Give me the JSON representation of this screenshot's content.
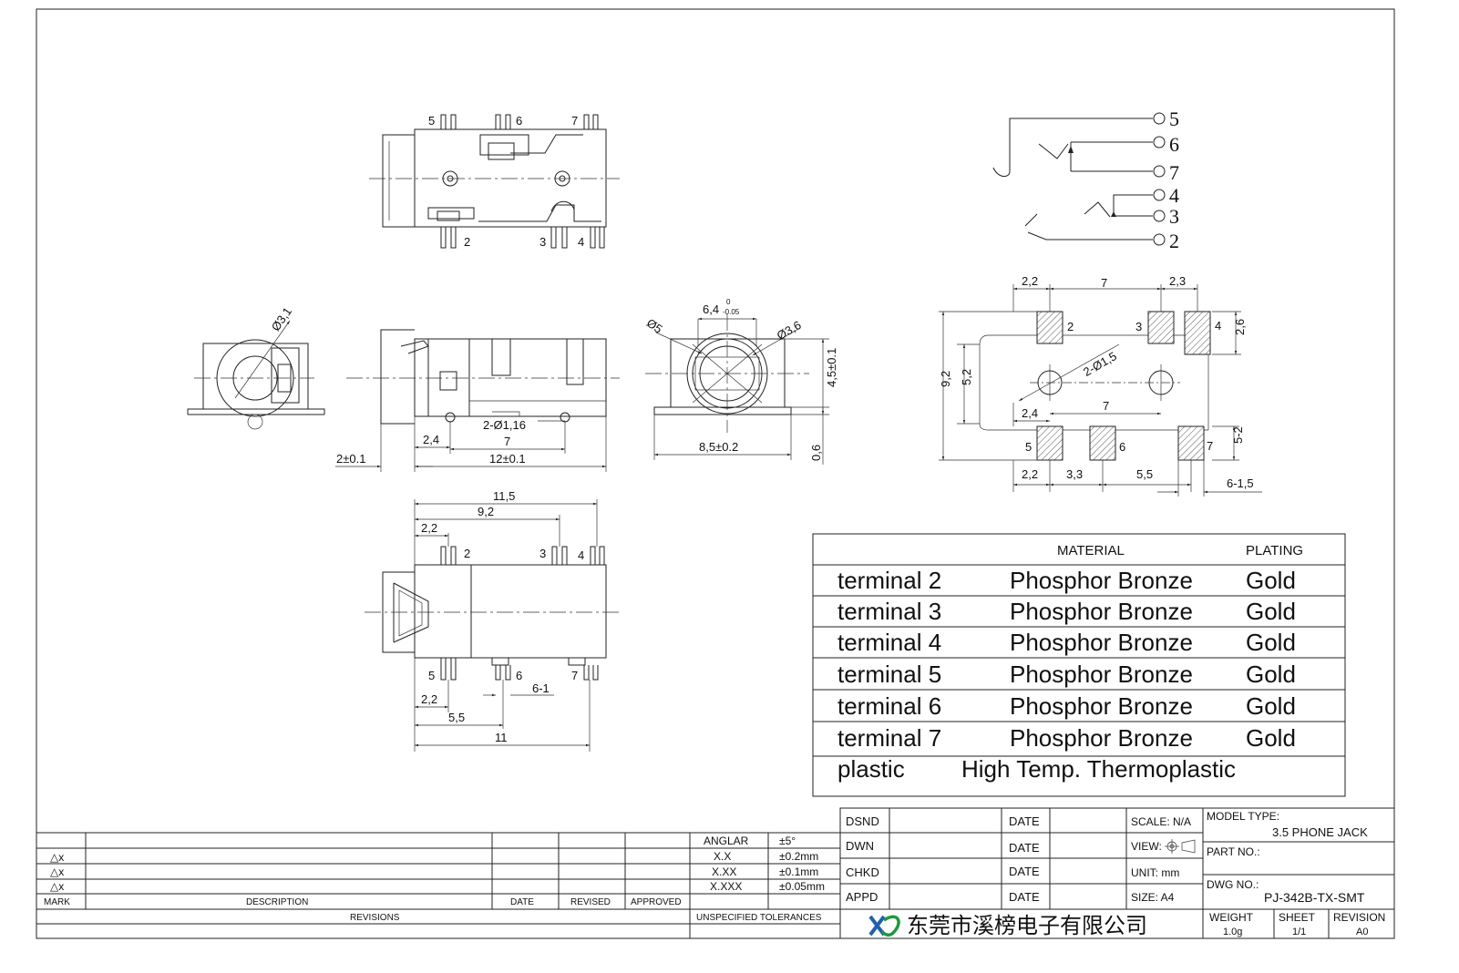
{
  "views": {
    "top": {
      "pins_top": [
        "5",
        "6",
        "7"
      ],
      "pins_bottom": [
        "2",
        "3",
        "4"
      ]
    },
    "side": {
      "dim_d31": "Ø3,1"
    },
    "front": {
      "dim_216": "2-Ø1,16",
      "dim_24": "2,4",
      "dim_7": "7",
      "dim_2": "2±0.1",
      "dim_12": "12±0.1"
    },
    "end": {
      "dim_64": "6,4",
      "dim_64_sup": "0",
      "dim_64_sub": "-0.05",
      "dim_d5": "Ø5",
      "dim_d36": "Ø3,6",
      "dim_45": "4,5±0.1",
      "dim_85": "8,5±0.2",
      "dim_06": "0,6"
    },
    "bottom": {
      "dim_115": "11,5",
      "dim_92": "9,2",
      "dim_22a": "2,2",
      "dim_22b": "2,2",
      "dim_55": "5,5",
      "dim_11": "11",
      "dim_61": "6-1",
      "pins_top": [
        "2",
        "3",
        "4"
      ],
      "pins_bottom": [
        "5",
        "6",
        "7"
      ]
    },
    "schematic": {
      "pins": [
        "5",
        "6",
        "7",
        "4",
        "3",
        "2"
      ]
    },
    "footprint": {
      "dim_22a": "2,2",
      "dim_7a": "7",
      "dim_23": "2,3",
      "dim_26": "2,6",
      "dim_92": "9,2",
      "dim_52": "5,2",
      "dim_215": "2-Ø1,5",
      "dim_24": "2,4",
      "dim_7b": "7",
      "dim_5dash2": "5-2",
      "dim_22b": "2,2",
      "dim_33": "3,3",
      "dim_55": "5,5",
      "dim_615": "6-1,5",
      "pad_labels": [
        "2",
        "3",
        "4",
        "5",
        "6",
        "7"
      ]
    }
  },
  "materials": {
    "header_material": "MATERIAL",
    "header_plating": "PLATING",
    "rows": [
      {
        "part": "terminal 2",
        "material": "Phosphor Bronze",
        "plating": "Gold"
      },
      {
        "part": "terminal 3",
        "material": "Phosphor Bronze",
        "plating": "Gold"
      },
      {
        "part": "terminal 4",
        "material": "Phosphor Bronze",
        "plating": "Gold"
      },
      {
        "part": "terminal 5",
        "material": "Phosphor Bronze",
        "plating": "Gold"
      },
      {
        "part": "terminal 6",
        "material": "Phosphor Bronze",
        "plating": "Gold"
      },
      {
        "part": "terminal 7",
        "material": "Phosphor Bronze",
        "plating": "Gold"
      }
    ],
    "plastic_part": "plastic",
    "plastic_material": "High Temp. Thermoplastic"
  },
  "revisions": {
    "tol_rows": [
      {
        "label": "ANGLAR",
        "value": "±5°"
      },
      {
        "label": "X.X",
        "value": "±0.2mm"
      },
      {
        "label": "X.XX",
        "value": "±0.1mm"
      },
      {
        "label": "X.XXX",
        "value": "±0.05mm"
      }
    ],
    "marks": [
      "△x",
      "△x",
      "△x"
    ],
    "col_mark": "MARK",
    "col_description": "DESCRIPTION",
    "col_date": "DATE",
    "col_revised": "REVISED",
    "col_approved": "APPROVED",
    "footer_revisions": "REVISIONS",
    "footer_tolerances": "UNSPECIFIED TOLERANCES"
  },
  "title_block": {
    "dsnd": "DSND",
    "dwn": "DWN",
    "chkd": "CHKD",
    "appd": "APPD",
    "date": "DATE",
    "scale": "SCALE: N/A",
    "view": "VIEW:",
    "unit": "UNIT: mm",
    "size": "SIZE: A4",
    "model_type_label": "MODEL TYPE:",
    "model_type": "3.5 PHONE JACK",
    "part_no_label": "PART NO.:",
    "dwg_no_label": "DWG NO.:",
    "dwg_no": "PJ-342B-TX-SMT",
    "weight_label": "WEIGHT",
    "weight": "1.0g",
    "sheet_label": "SHEET",
    "sheet": "1/1",
    "revision_label": "REVISION",
    "revision": "A0",
    "company": "东莞市溪榜电子有限公司"
  },
  "colors": {
    "line": "#222222",
    "logo_blue": "#1f5fb3",
    "logo_green": "#1e9a3c"
  }
}
